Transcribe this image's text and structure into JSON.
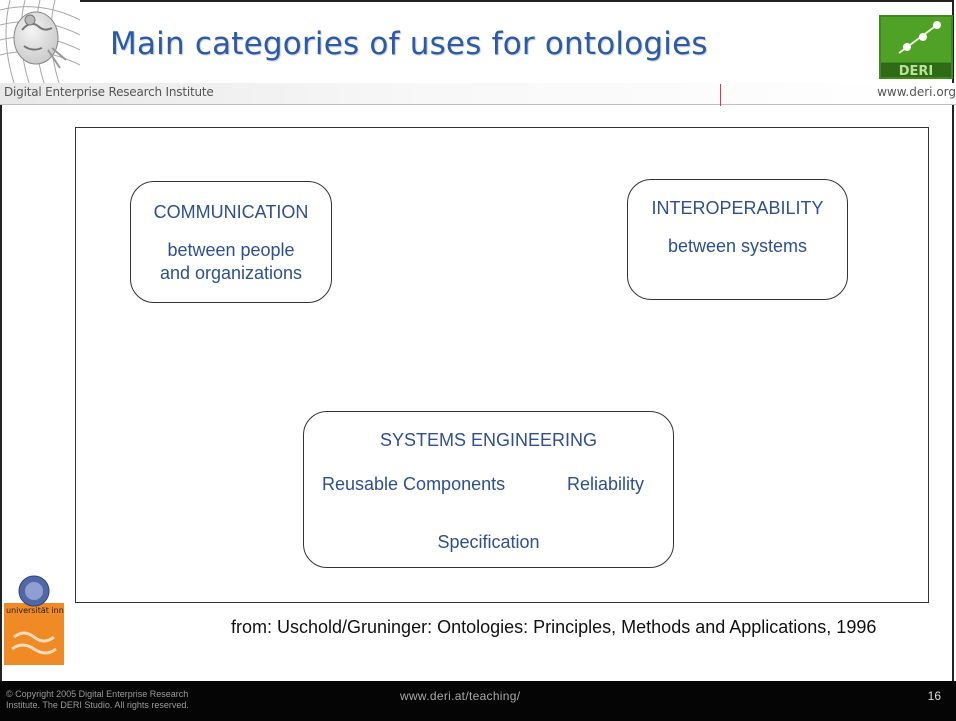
{
  "header": {
    "title": "Main categories of uses for ontologies",
    "institute": "Digital Enterprise Research Institute",
    "site_url": "www.deri.org",
    "logo_text": "DERI"
  },
  "diagram": {
    "communication": {
      "title": "COMMUNICATION",
      "line1": "between people",
      "line2": "and organizations"
    },
    "interoperability": {
      "title": "INTEROPERABILITY",
      "line1": "between systems"
    },
    "systems_engineering": {
      "title": "SYSTEMS ENGINEERING",
      "item1": "Reusable Components",
      "item2": "Reliability",
      "item3": "Specification"
    }
  },
  "source": "from: Uschold/Gruninger: Ontologies: Principles, Methods and Applications, 1996",
  "university_logo_text": "universität innsbruck",
  "footer": {
    "copyright_line1": "© Copyright 2005 Digital Enterprise Research",
    "copyright_line2": "Institute. The DERI Studio. All rights reserved.",
    "teaching_url": "www.deri.at/teaching/",
    "page_number": "16"
  },
  "colors": {
    "title": "#2b5aa6",
    "box_text": "#2e4f8e",
    "deri_green": "#3f8a1e",
    "footer_bg": "#050505"
  }
}
